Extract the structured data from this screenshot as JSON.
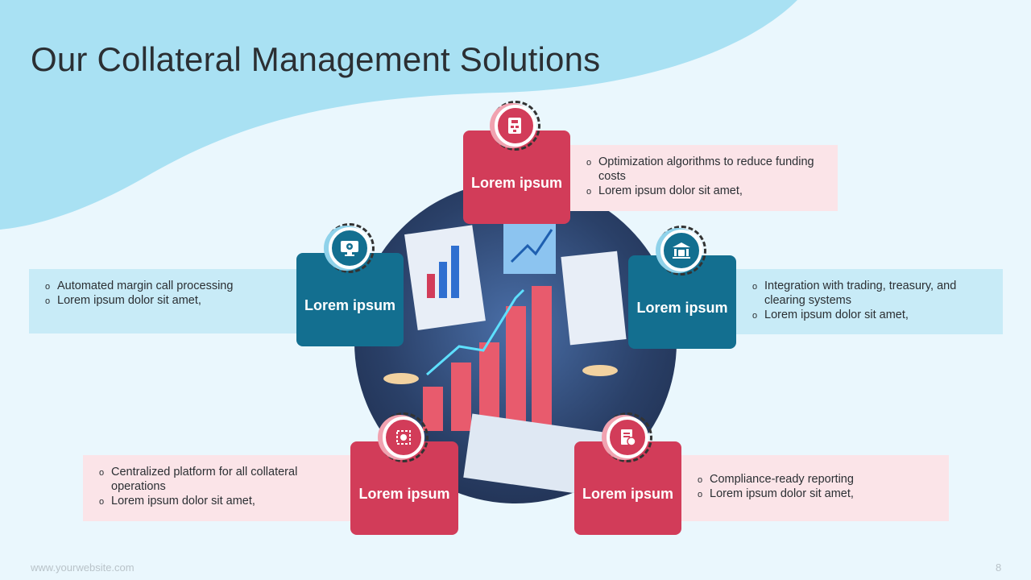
{
  "title": "Our Collateral Management Solutions",
  "cards": [
    {
      "label": "Lorem ipsum",
      "icon": "workflow-document-icon",
      "bullets": [
        "Optimization algorithms to reduce funding costs",
        "Lorem ipsum dolor sit amet,"
      ]
    },
    {
      "label": "Lorem ipsum",
      "icon": "monitor-gear-icon",
      "bullets": [
        "Automated margin call processing",
        "Lorem ipsum dolor sit amet,"
      ]
    },
    {
      "label": "Lorem ipsum",
      "icon": "bank-secure-icon",
      "bullets": [
        "Integration with trading, treasury, and clearing systems",
        "Lorem ipsum dolor sit amet,"
      ]
    },
    {
      "label": "Lorem ipsum",
      "icon": "network-hub-icon",
      "bullets": [
        "Centralized platform for all collateral operations",
        "Lorem ipsum dolor sit amet,"
      ]
    },
    {
      "label": "Lorem ipsum",
      "icon": "compliance-report-icon",
      "bullets": [
        "Compliance-ready reporting",
        "Lorem ipsum dolor sit amet,"
      ]
    }
  ],
  "footer": {
    "website": "www.yourwebsite.com",
    "page": "8"
  },
  "colors": {
    "red": "#d23c59",
    "teal": "#136f90",
    "pink": "#fbe4e8",
    "blue": "#c8ebf7"
  }
}
